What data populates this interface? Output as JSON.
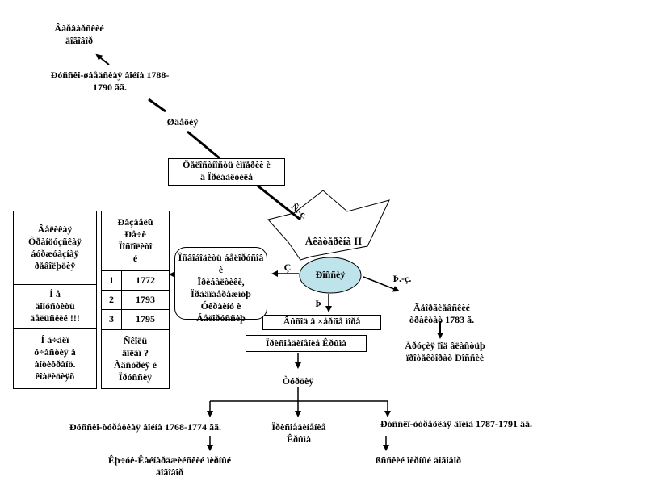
{
  "diagram": {
    "top_goal": [
      "Âàðâàðñêèé",
      "äîãîâîð"
    ],
    "war_1788": [
      "Ðóññêî-øâåäñêàÿ âîéíà 1788-",
      "1790 ãã."
    ],
    "sweden": "Øâåöèÿ",
    "armed_neutrality": [
      "Öåëîñòíîñòü èìïåðèè è",
      "â Ïðèáàëòèêå"
    ],
    "ne_label": "Ñ.-ç.",
    "star_label": "Åêàòåðèíà II",
    "russia": "Ðîññèÿ",
    "west_label": "Ç",
    "south_label": "Þ",
    "southeast_label": "Þ.-ç.",
    "right_title": [
      "Ãåîðãèåâñêèé",
      "òðàêòàò 1783 ã."
    ],
    "right_note": [
      "Ãðóçèÿ ïîä âëàñòüþ",
      "ïðîòåêòîðàò Ðîññèè"
    ],
    "black_sea_box": "Âûõîä â ×åðíîå ìîðå",
    "crimea_box": "Ïðèñîåäèíåíèå Êðûìà",
    "turkey": "Òóðöèÿ",
    "war_1768": "Ðóññêî-òóðåöêàÿ âîéíà 1768-1774 ãã.",
    "crimea_bottom": [
      "Ïðèñîåäèíåíèå",
      "Êðûìà"
    ],
    "war_1787": "Ðóññêî-òóðåöêàÿ âîéíà 1787-1791 ãã.",
    "kuchuk": [
      "Êþ÷óê-Êàéíàðäæèéñêèé ìèðíûé",
      "äîãîâîð"
    ],
    "iasi": "ßññêèé ìèðíûé äîãîâîð",
    "west_box": [
      "Îñâîáîäèòü áåëîðóñîâ è",
      "Ïðèáàëòèêè,",
      "Ïðàâîáåðåæíóþ",
      "Óêðàèíó è",
      "Áåëîðóññèþ"
    ],
    "left_col": [
      [
        "Âåëèêàÿ",
        "Ôðàíöóçñêàÿ",
        "áóðæóàçíàÿ",
        "ðåâîëþöèÿ"
      ],
      [
        "Í å",
        "äîïóñòèòü",
        "äåëüñêèé !!!"
      ],
      [
        "Í à÷àëî",
        "ó÷àñòèÿ â",
        "àíòèôðàíö.",
        "êîàëèöèÿõ"
      ]
    ],
    "mid_col_title": [
      "Ðàçäåëû",
      "Ðå÷è",
      "Ïîñïîëèòî",
      "é"
    ],
    "partitions": [
      {
        "n": "1",
        "year": "1772"
      },
      {
        "n": "2",
        "year": "1793"
      },
      {
        "n": "3",
        "year": "1795"
      }
    ],
    "mid_col_bottom": [
      "Ñêîëü",
      "äîëãî ?",
      "Àâñòðèÿ è",
      "Ïðóññèÿ"
    ]
  }
}
